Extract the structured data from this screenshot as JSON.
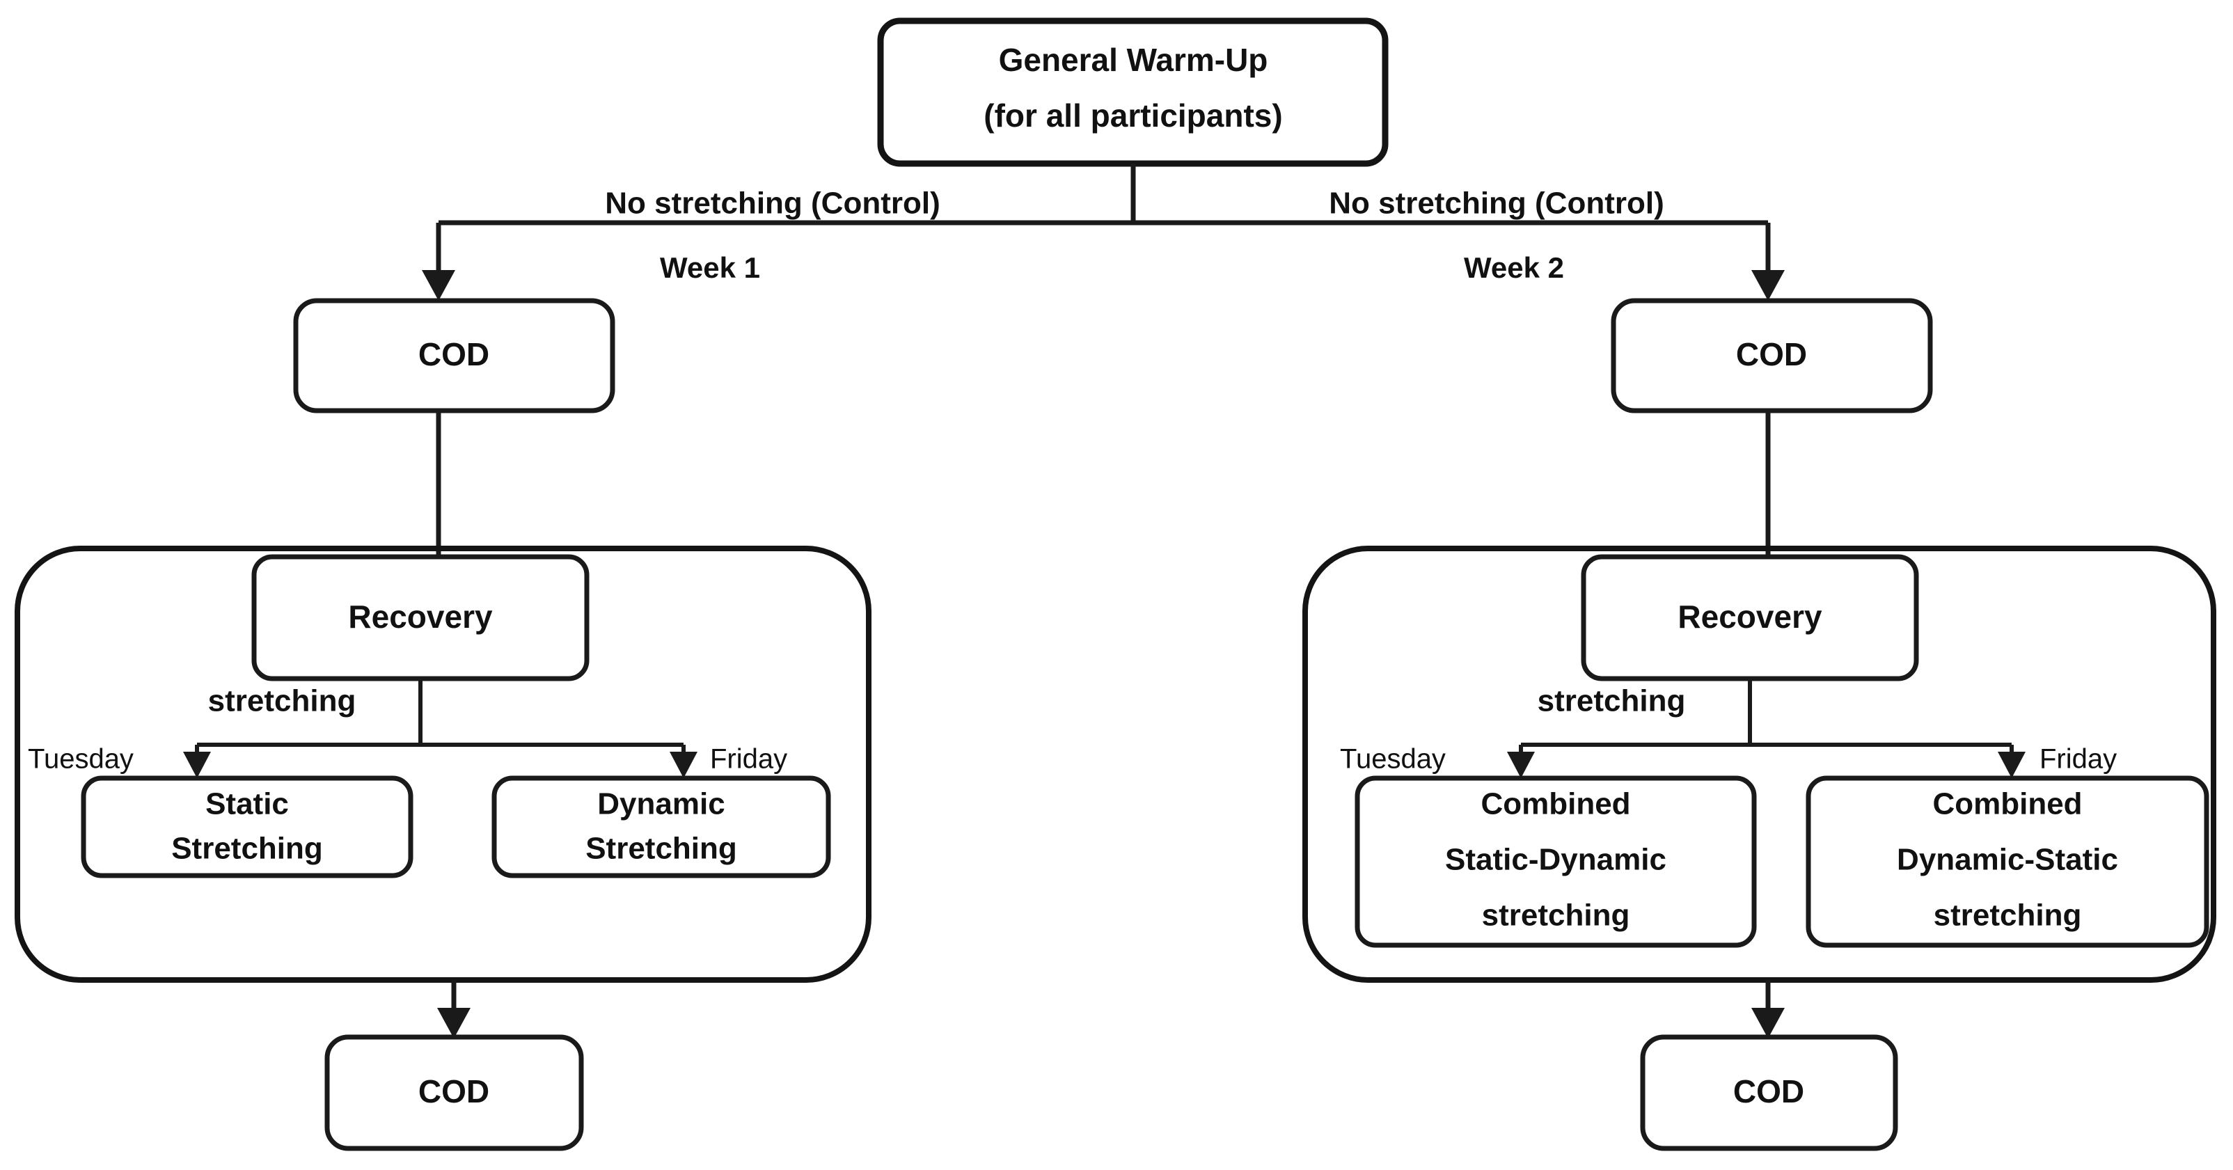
{
  "diagram": {
    "type": "flowchart",
    "title_node": {
      "id": "general-warm-up",
      "line1": "General Warm-Up",
      "line2": "(for all participants)"
    },
    "branches": [
      {
        "id": "week-1",
        "condition_label": "No stretching (Control)",
        "week_label": "Week 1",
        "top_cod": "COD",
        "recovery": "Recovery",
        "stretching_label": "stretching",
        "day_left": "Tuesday",
        "day_right": "Friday",
        "treatment_left": {
          "line1": "Static",
          "line2": "Stretching",
          "line3": ""
        },
        "treatment_right": {
          "line1": "Dynamic",
          "line2": "Stretching",
          "line3": ""
        },
        "bottom_cod": "COD"
      },
      {
        "id": "week-2",
        "condition_label": "No stretching (Control)",
        "week_label": "Week 2",
        "top_cod": "COD",
        "recovery": "Recovery",
        "stretching_label": "stretching",
        "day_left": "Tuesday",
        "day_right": "Friday",
        "treatment_left": {
          "line1": "Combined",
          "line2": "Static-Dynamic",
          "line3": "stretching"
        },
        "treatment_right": {
          "line1": "Combined",
          "line2": "Dynamic-Static",
          "line3": "stretching"
        },
        "bottom_cod": "COD"
      }
    ],
    "colors": {
      "stroke": "#1a1a1a",
      "fill": "#ffffff",
      "text": "#111111"
    }
  }
}
